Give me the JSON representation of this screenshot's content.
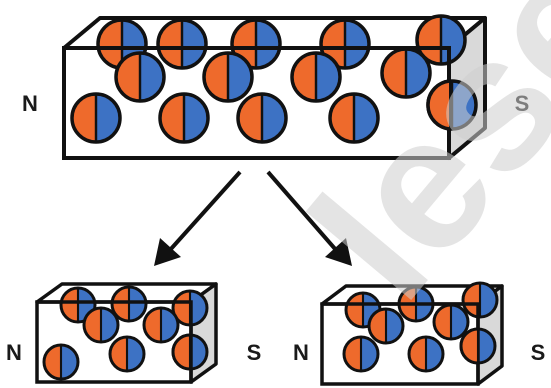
{
  "labels": {
    "big_north": "N",
    "big_south": "S",
    "left_north": "N",
    "left_south": "S",
    "right_north": "N",
    "right_south": "S"
  },
  "watermark": "lese",
  "colors": {
    "north_half": "#ee6a2c",
    "south_half": "#3d72c4",
    "outline": "#111111",
    "box_side": "#d9d9d9",
    "box_top": "#ffffff"
  }
}
